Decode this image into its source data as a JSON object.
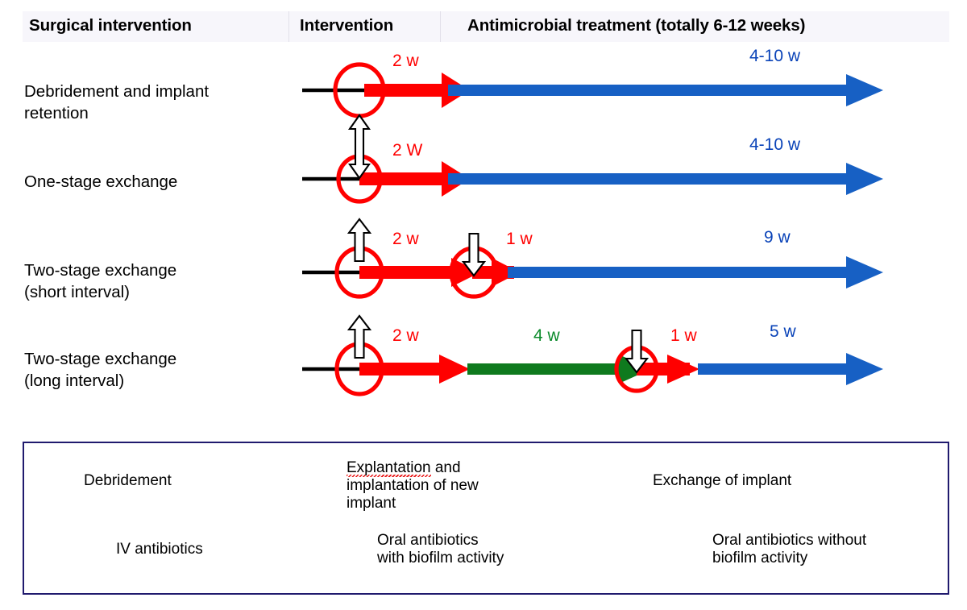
{
  "header": {
    "col_surgical": "Surgical intervention",
    "col_intervention": "Intervention",
    "col_antimicrobial": "Antimicrobial treatment (totally 6-12 weeks)"
  },
  "rows": [
    {
      "label": "Debridement and implant\nretention",
      "intervention": "debridement-circle",
      "marker_arrow": "none",
      "durations": [
        {
          "text": "2 w",
          "color": "red"
        },
        {
          "text": "4-10 w",
          "color": "blue"
        }
      ]
    },
    {
      "label": "One-stage exchange",
      "intervention": "debridement-circle",
      "marker_arrow": "double-headed-up-down",
      "durations": [
        {
          "text": "2 W",
          "color": "red"
        },
        {
          "text": "4-10 w",
          "color": "blue"
        }
      ]
    },
    {
      "label": "Two-stage exchange\n(short interval)",
      "intervention": "debridement-circle",
      "marker_arrow": "up-arrow-and-down-arrow",
      "durations": [
        {
          "text": "2 w",
          "color": "red"
        },
        {
          "text": "1 w",
          "color": "red"
        },
        {
          "text": "9 w",
          "color": "blue"
        }
      ]
    },
    {
      "label": "Two-stage exchange\n(long interval)",
      "intervention": "debridement-circle",
      "marker_arrow": "up-arrow-and-down-arrow",
      "durations": [
        {
          "text": "2 w",
          "color": "red"
        },
        {
          "text": "4 w",
          "color": "green"
        },
        {
          "text": "1 w",
          "color": "red"
        },
        {
          "text": "5 w",
          "color": "blue"
        }
      ]
    }
  ],
  "legend": {
    "debridement": "Debridement",
    "explantation_line1_err": "Explantation",
    "explantation_rest": " and\nimplantation of new\nimplant",
    "exchange": "Exchange of implant",
    "iv_antibiotics": "IV antibiotics",
    "oral_biofilm": "Oral antibiotics\nwith biofilm activity",
    "oral_nobiofilm": "Oral antibiotics without\nbiofilm activity"
  },
  "colors": {
    "red": "#ff0000",
    "blue": "#1760c4",
    "blue_dark": "#0a43b8",
    "green": "#0f7a1e",
    "green_label": "#0a8a2a",
    "border_navy": "#201a6e",
    "header_bg": "#f7f6fb",
    "black": "#000000"
  },
  "chart_data": {
    "type": "table",
    "title": "Antimicrobial treatment durations by surgical intervention",
    "columns": [
      "Surgical intervention",
      "Intervention",
      "Antimicrobial treatment (totally 6-12 weeks)"
    ],
    "rows": [
      {
        "intervention": "Debridement and implant retention",
        "iv_weeks": "2 w",
        "oral_biofilm_weeks": "4-10 w",
        "oral_nonbiofilm_weeks": null,
        "second_iv_weeks": null
      },
      {
        "intervention": "One-stage exchange",
        "iv_weeks": "2 W",
        "oral_biofilm_weeks": "4-10 w",
        "oral_nonbiofilm_weeks": null,
        "second_iv_weeks": null
      },
      {
        "intervention": "Two-stage exchange (short interval)",
        "iv_weeks": "2 w",
        "oral_biofilm_weeks": "9 w",
        "oral_nonbiofilm_weeks": null,
        "second_iv_weeks": "1 w"
      },
      {
        "intervention": "Two-stage exchange (long interval)",
        "iv_weeks": "2 w",
        "oral_biofilm_weeks": "5 w",
        "oral_nonbiofilm_weeks": "4 w",
        "second_iv_weeks": "1 w"
      }
    ],
    "legend_entries": [
      "Debridement",
      "Explantation and implantation of new implant",
      "Exchange of implant",
      "IV antibiotics",
      "Oral antibiotics with biofilm activity",
      "Oral antibiotics without biofilm activity"
    ]
  }
}
